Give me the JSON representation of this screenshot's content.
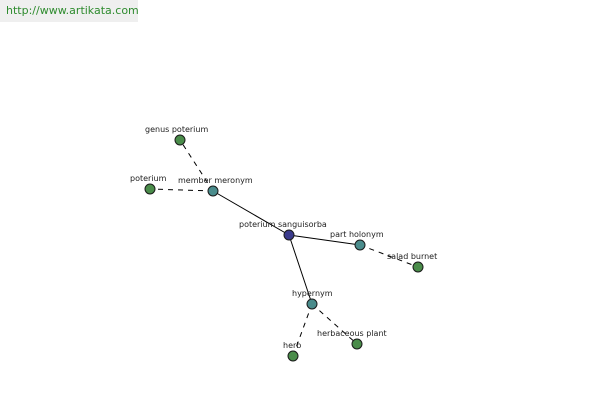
{
  "banner": {
    "link_text": "http://www.artikata.com"
  },
  "colors": {
    "center_node": "#3a3a8c",
    "relation_node": "#4a8c8c",
    "leaf_node": "#4a8c4a",
    "banner_background": "#efefef",
    "link": "#2e8b2e"
  },
  "nodes": [
    {
      "id": "center",
      "label": "poterium sanguisorba",
      "kind": "center"
    },
    {
      "id": "member_meronym",
      "label": "member meronym",
      "kind": "relation"
    },
    {
      "id": "part_holonym",
      "label": "part holonym",
      "kind": "relation"
    },
    {
      "id": "hypernym",
      "label": "hypernym",
      "kind": "relation"
    },
    {
      "id": "genus_poterium",
      "label": "genus poterium",
      "kind": "leaf"
    },
    {
      "id": "poterium",
      "label": "poterium",
      "kind": "leaf"
    },
    {
      "id": "salad_burnet",
      "label": "salad burnet",
      "kind": "leaf"
    },
    {
      "id": "herb",
      "label": "herb",
      "kind": "leaf"
    },
    {
      "id": "herbaceous_plant",
      "label": "herbaceous plant",
      "kind": "leaf"
    }
  ],
  "edges": [
    {
      "from": "center",
      "to": "member_meronym",
      "style": "solid"
    },
    {
      "from": "center",
      "to": "part_holonym",
      "style": "solid"
    },
    {
      "from": "center",
      "to": "hypernym",
      "style": "solid"
    },
    {
      "from": "member_meronym",
      "to": "genus_poterium",
      "style": "dashed"
    },
    {
      "from": "member_meronym",
      "to": "poterium",
      "style": "dashed"
    },
    {
      "from": "part_holonym",
      "to": "salad_burnet",
      "style": "dashed"
    },
    {
      "from": "hypernym",
      "to": "herb",
      "style": "dashed"
    },
    {
      "from": "hypernym",
      "to": "herbaceous_plant",
      "style": "dashed"
    }
  ]
}
